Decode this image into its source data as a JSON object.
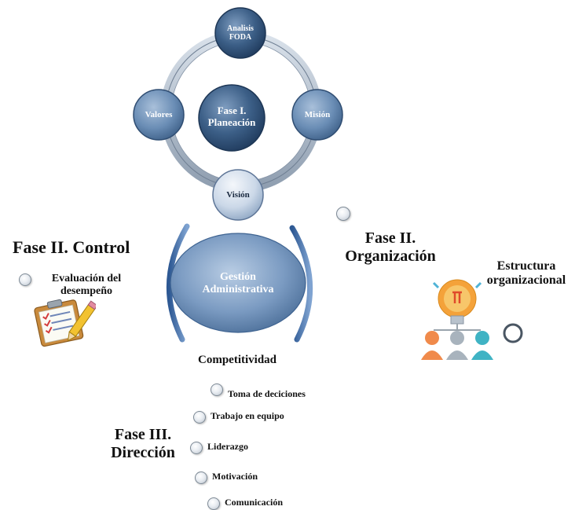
{
  "phase1": {
    "center": "Fase I. Planeación",
    "nodes": {
      "top": "Analisis FODA",
      "left": "Valores",
      "right": "Misión",
      "bottom": "Visión"
    }
  },
  "core": {
    "center": "Gestión Administrativa",
    "below": "Competitividad"
  },
  "phase2_control": {
    "title": "Fase II. Control",
    "item": "Evaluación del desempeño"
  },
  "phase2_org": {
    "title": "Fase II. Organización",
    "item": "Estructura organizacional"
  },
  "phase3": {
    "title": "Fase III. Dirección",
    "items": [
      "Toma de deciciones",
      "Trabajo  en equipo",
      "Liderazgo",
      "Motivación",
      "Comunicación"
    ]
  },
  "colors": {
    "ring": "#a9b6c6",
    "dark_node": "#2f4f73",
    "mid_node": "#5b7ea6",
    "light_node": "#c6d4e5",
    "bracket": "#3d6aa3"
  }
}
